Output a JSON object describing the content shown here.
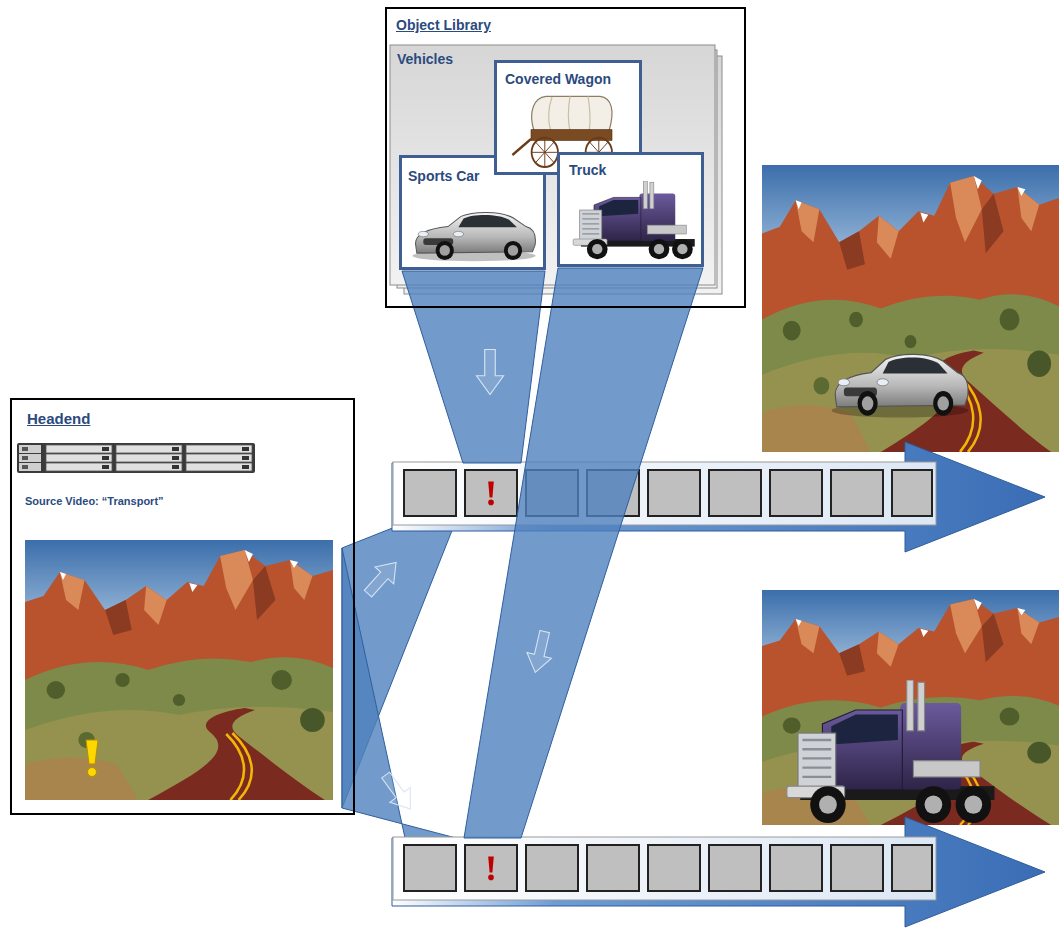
{
  "diagram": {
    "nodes": [
      {
        "text": [
          "Object Library"
        ]
      },
      {
        "text": [
          "Vehicles"
        ],
        "in": 0
      },
      {
        "text": [
          "Covered Wagon"
        ],
        "in": 1
      },
      {
        "text": [
          "Sports Car"
        ],
        "in": 1
      },
      {
        "text": [
          "Truck"
        ],
        "in": 1
      },
      {
        "text": [
          "Headend",
          "Source Video: “Transport”"
        ]
      }
    ]
  }
}
